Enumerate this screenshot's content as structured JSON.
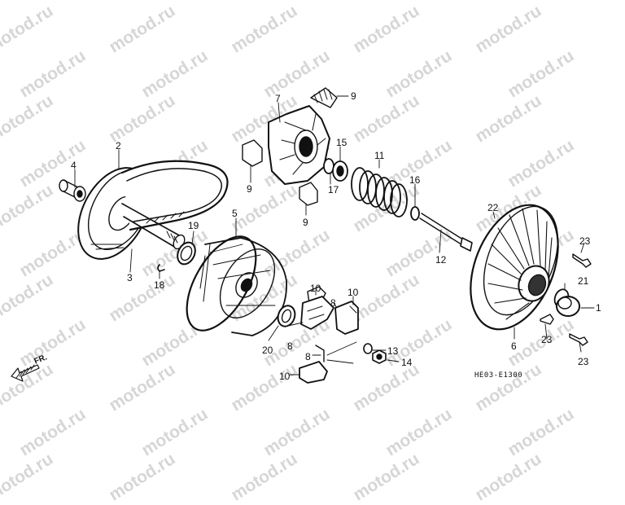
{
  "watermark": "motod.ru",
  "diagram_code": "HE03-E1300",
  "front_label": "FR.",
  "callouts": [
    "1",
    "2",
    "3",
    "4",
    "5",
    "6",
    "7",
    "8",
    "8",
    "8",
    "9",
    "9",
    "9",
    "10",
    "10",
    "10",
    "11",
    "12",
    "13",
    "14",
    "15",
    "16",
    "17",
    "18",
    "19",
    "20",
    "21",
    "22",
    "23",
    "23",
    "23"
  ]
}
